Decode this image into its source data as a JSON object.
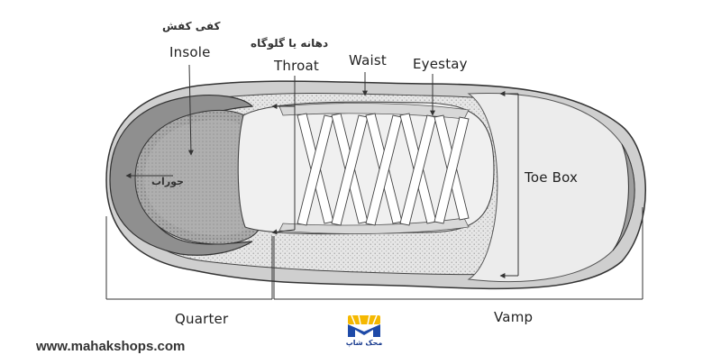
{
  "diagram": {
    "labels": {
      "insole_fa": "کفی کفش",
      "insole": "Insole",
      "throat_fa": "دهانه یا گلوگاه",
      "throat": "Throat",
      "waist": "Waist",
      "eyestay": "Eyestay",
      "toe_box": "Toe Box",
      "lining_fa": "جوراب",
      "quarter": "Quarter",
      "vamp": "Vamp"
    },
    "colors": {
      "line": "#333333",
      "outsole": "#8c8c8c",
      "heel_dark": "#9a9a9a",
      "insole_fill": "#b7b7b7",
      "mesh": "#e4e4e4",
      "tongue": "#f1f1f1",
      "lace": "#ffffff"
    }
  },
  "footer": {
    "website": "www.mahakshops.com",
    "logo_text": "محک شاپ",
    "logo_colors": {
      "blue": "#1e4aa8",
      "yellow": "#f5b800"
    }
  }
}
